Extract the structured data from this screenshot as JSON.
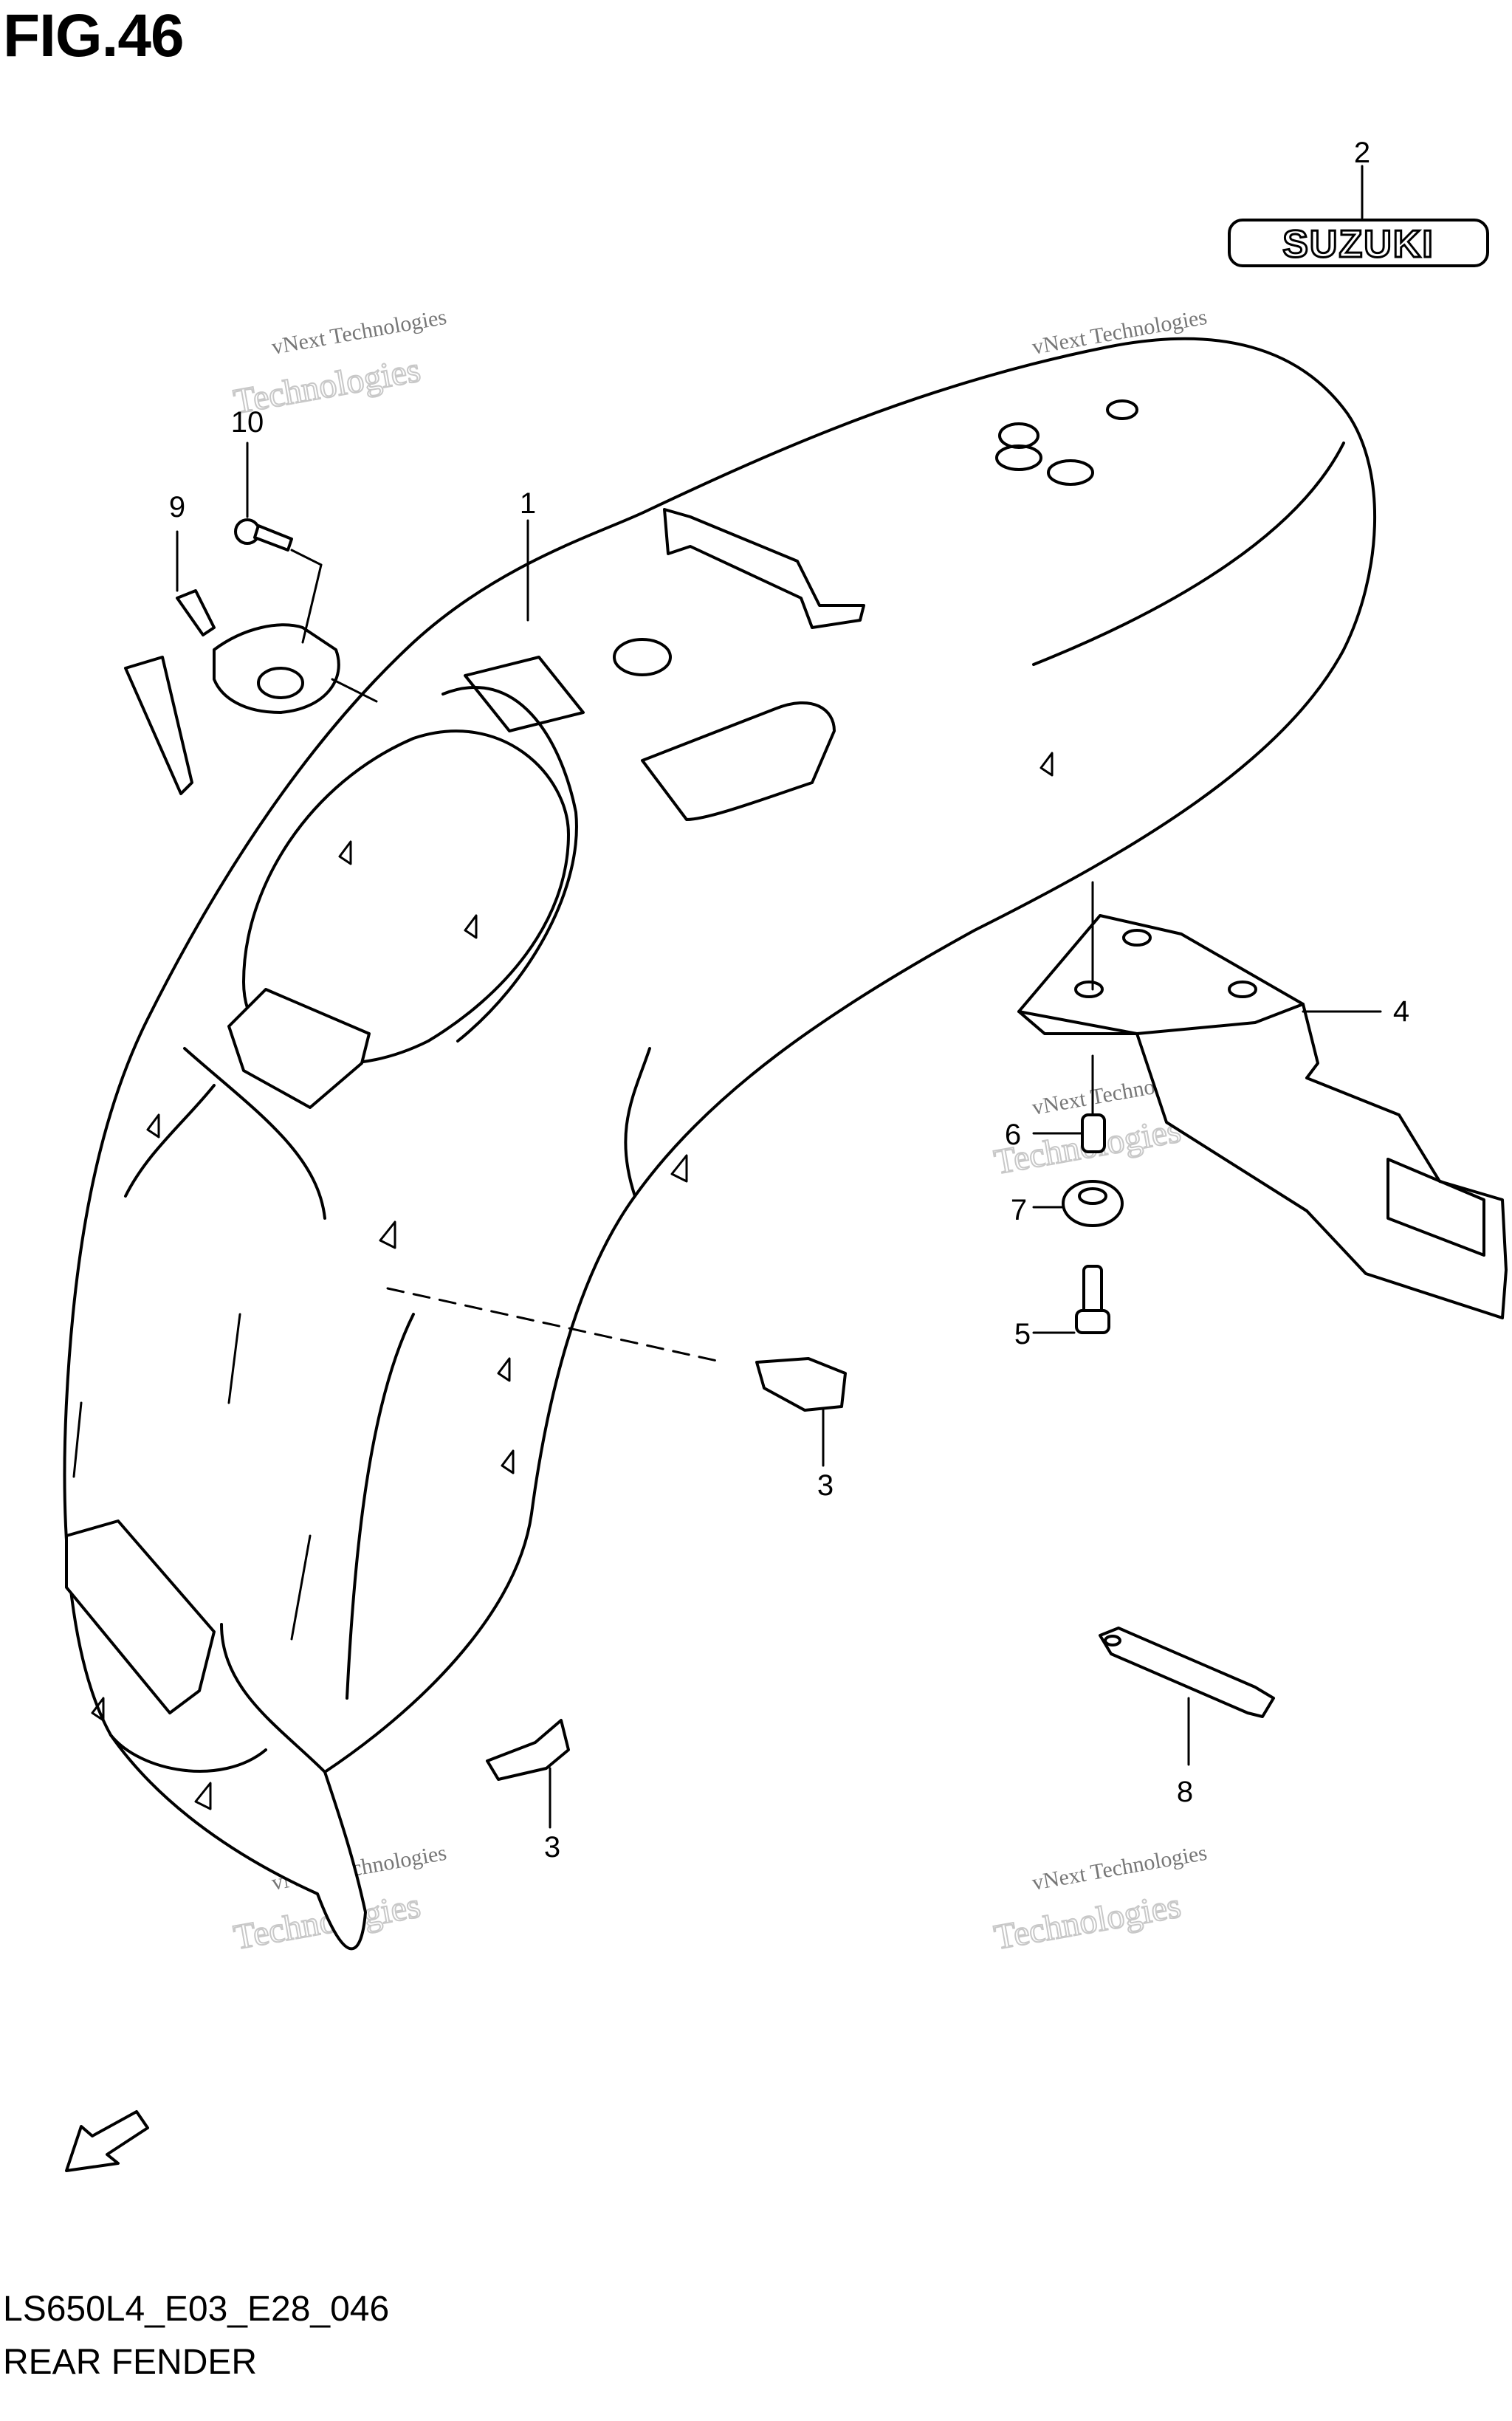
{
  "figure": {
    "title": "FIG.46"
  },
  "footer": {
    "code": "LS650L4_E03_E28_046",
    "name": "REAR FENDER"
  },
  "brand_emblem": {
    "text": "SUZUKI"
  },
  "fwd_arrow": {
    "label": "FWD"
  },
  "callouts": [
    "1",
    "2",
    "3",
    "3",
    "4",
    "5",
    "6",
    "7",
    "8",
    "9",
    "10"
  ],
  "watermark": {
    "line1": "vNext Technologies",
    "line2": "Technologies"
  }
}
